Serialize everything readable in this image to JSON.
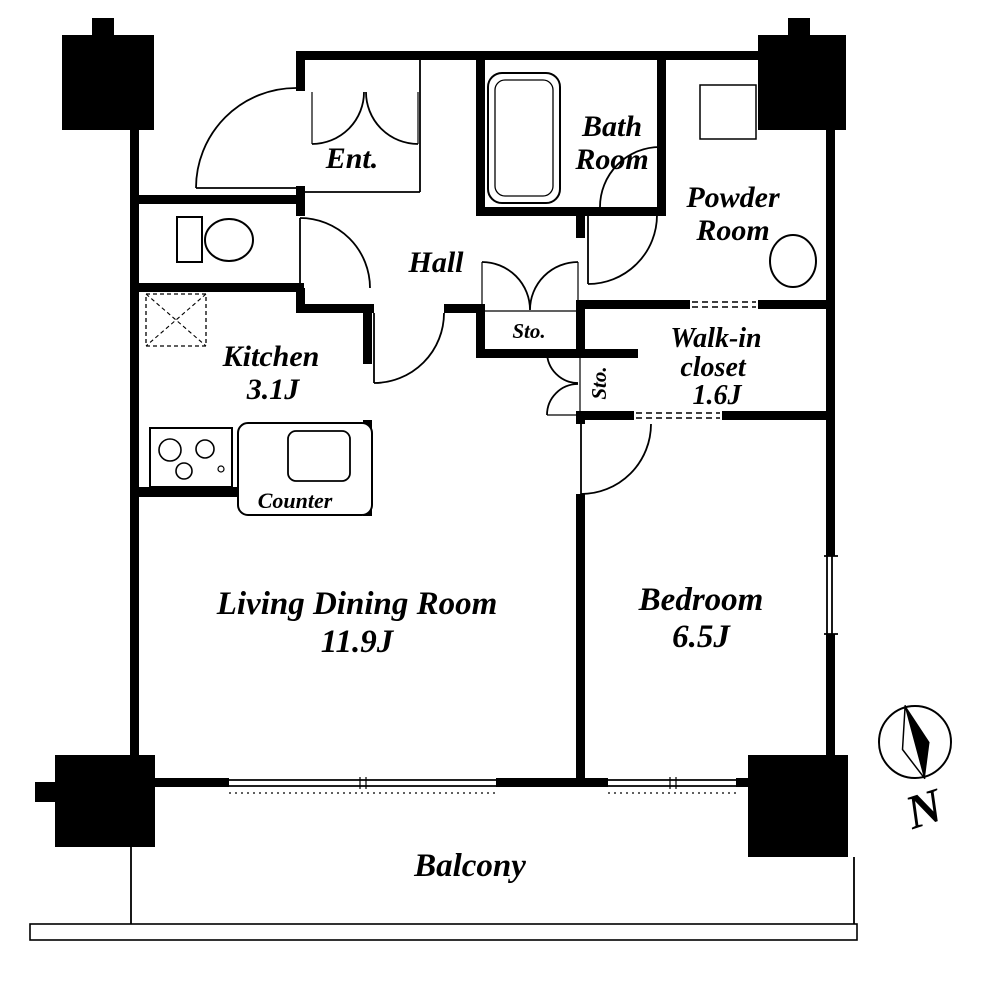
{
  "floorplan": {
    "rooms": {
      "entrance": {
        "label": "Ent."
      },
      "bath_room": {
        "line1": "Bath",
        "line2": "Room"
      },
      "powder_room": {
        "line1": "Powder",
        "line2": "Room"
      },
      "hall": {
        "label": "Hall"
      },
      "hall_storage": {
        "label": "Sto."
      },
      "closet_storage": {
        "label": "Sto."
      },
      "walk_in_closet": {
        "line1": "Walk-in",
        "line2": "closet",
        "size": "1.6J"
      },
      "kitchen": {
        "label": "Kitchen",
        "size": "3.1J"
      },
      "counter": {
        "label": "Counter"
      },
      "living_dining": {
        "label": "Living Dining Room",
        "size": "11.9J"
      },
      "bedroom": {
        "label": "Bedroom",
        "size": "6.5J"
      },
      "balcony": {
        "label": "Balcony"
      }
    },
    "compass": {
      "north_label": "N"
    },
    "colors": {
      "wall": "#000000",
      "background": "#ffffff"
    }
  }
}
